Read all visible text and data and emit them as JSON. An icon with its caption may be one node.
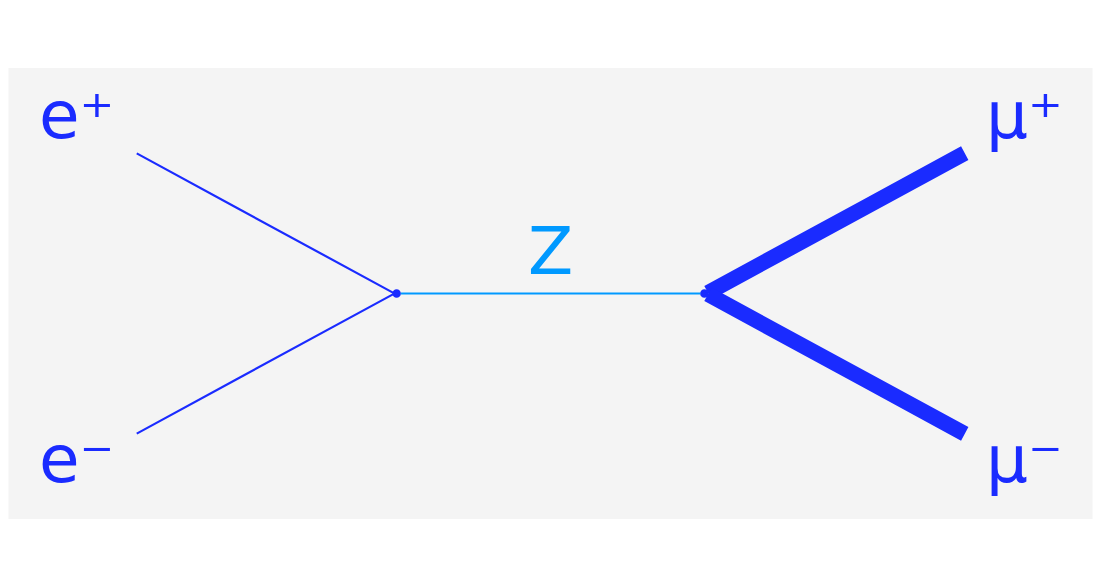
{
  "diagram": {
    "nodes": [
      {
        "text": [
          "e⁺"
        ]
      },
      {
        "text": [
          "e⁻"
        ]
      },
      {
        "text": [],
        "shape": "point"
      },
      {
        "text": [],
        "shape": "point"
      },
      {
        "text": [
          "μ⁺"
        ]
      },
      {
        "text": [
          "μ⁻"
        ]
      }
    ],
    "edges": [
      {
        "from": 0,
        "to": 2,
        "arrow": "none"
      },
      {
        "from": 1,
        "to": 2,
        "arrow": "none"
      },
      {
        "from": 2,
        "to": 3,
        "arrow": "none",
        "label": "Z",
        "color": "#0099ff"
      },
      {
        "from": 3,
        "to": 4,
        "arrow": "none",
        "style": "thick"
      },
      {
        "from": 3,
        "to": 5,
        "arrow": "none",
        "style": "thick"
      }
    ]
  }
}
